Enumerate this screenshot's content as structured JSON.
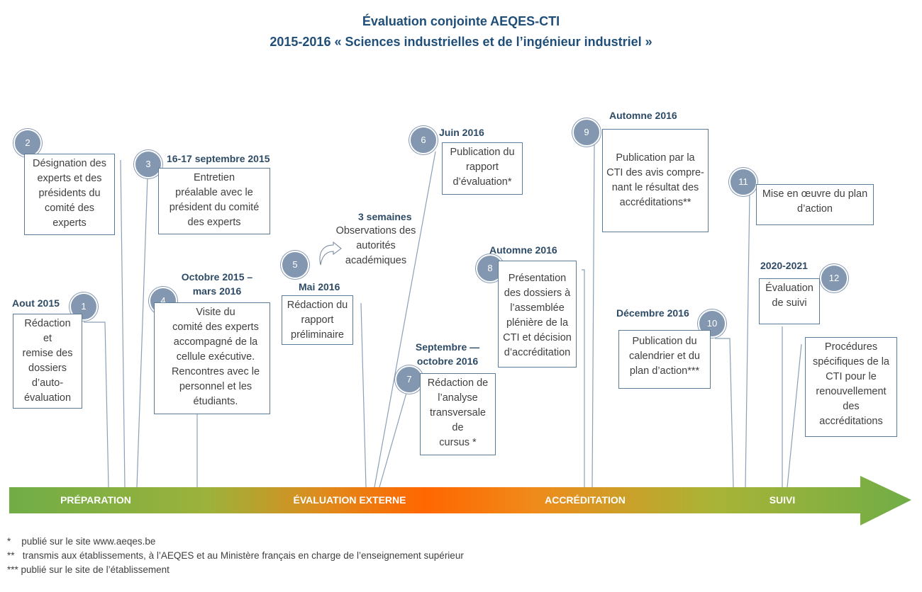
{
  "title": {
    "line1": "Évaluation conjointe AEQES-CTI",
    "line2": "2015-2016 « Sciences industrielles et de l’ingénieur industriel »"
  },
  "steps": {
    "s1": {
      "num": "1",
      "date": "Aout 2015",
      "lines": [
        "Rédaction",
        "et",
        "remise des",
        "dossiers",
        "d’auto-",
        "évaluation"
      ]
    },
    "s2": {
      "num": "2",
      "lines": [
        "Désignation des",
        "experts et des",
        "présidents du",
        "comité  des",
        "experts"
      ]
    },
    "s3": {
      "num": "3",
      "date": "16-17 septembre 2015",
      "lines": [
        "Entretien",
        "préalable avec le",
        "président du comité",
        "des  experts"
      ]
    },
    "s4": {
      "num": "4",
      "date": [
        "Octobre 2015 –",
        "mars 2016"
      ],
      "lines": [
        "Visite du",
        "comité des  experts",
        "accompagné  de la",
        "cellule exécutive.",
        "Rencontres avec le",
        "personnel et les",
        "étudiants."
      ]
    },
    "s5": {
      "num": "5",
      "date": "3 semaines",
      "lines": [
        "Observations des",
        "autorités",
        "académiques"
      ]
    },
    "s5b": {
      "date": "Mai 2016",
      "lines": [
        "Rédaction du",
        "rapport",
        "préliminaire"
      ]
    },
    "s6": {
      "num": "6",
      "date": "Juin 2016",
      "lines": [
        "Publication du",
        "rapport",
        "d’évaluation*"
      ]
    },
    "s7": {
      "num": "7",
      "date": [
        "Septembre —",
        "octobre 2016"
      ],
      "lines": [
        "Rédaction de",
        "l’analyse",
        "transversale",
        "de",
        "cursus *"
      ]
    },
    "s8": {
      "num": "8",
      "date": "Automne 2016",
      "lines": [
        "Présentation",
        "des dossiers à",
        "l’assemblée",
        "plénière de la",
        "CTI et décision",
        "d’accréditation"
      ]
    },
    "s9": {
      "num": "9",
      "date": "Automne 2016",
      "lines": [
        "Publication par la",
        "CTI des avis compre-",
        "nant le résultat des",
        "accréditations**"
      ]
    },
    "s10": {
      "num": "10",
      "date": "Décembre 2016",
      "lines": [
        "Publication du",
        "calendrier et du",
        "plan d’action***"
      ]
    },
    "s11": {
      "num": "11",
      "lines": [
        "Mise en œuvre du plan",
        "d’action"
      ]
    },
    "s12": {
      "num": "12",
      "date": "2020-2021",
      "lines": [
        "Évaluation",
        "de suivi"
      ]
    },
    "s13": {
      "lines": [
        "Procédures",
        "spécifiques de la",
        "CTI pour le",
        "renouvellement",
        "des",
        "accréditations"
      ]
    }
  },
  "phases": [
    "PRÉPARATION",
    "ÉVALUATION EXTERNE",
    "ACCRÉDITATION",
    "SUIVI"
  ],
  "footnotes": [
    "*    publié sur le site www.aeqes.be",
    "**   transmis aux établissements, à l’AEQES et au Ministère français en charge de l’enseignement supérieur",
    "*** publié sur le site de l’établissement"
  ],
  "colors": {
    "title": "#1f4e79",
    "circle": "#8497b0",
    "box_border": "#5b7c99",
    "arrow_green": "#70ad47",
    "arrow_orange": "#ff6600"
  }
}
